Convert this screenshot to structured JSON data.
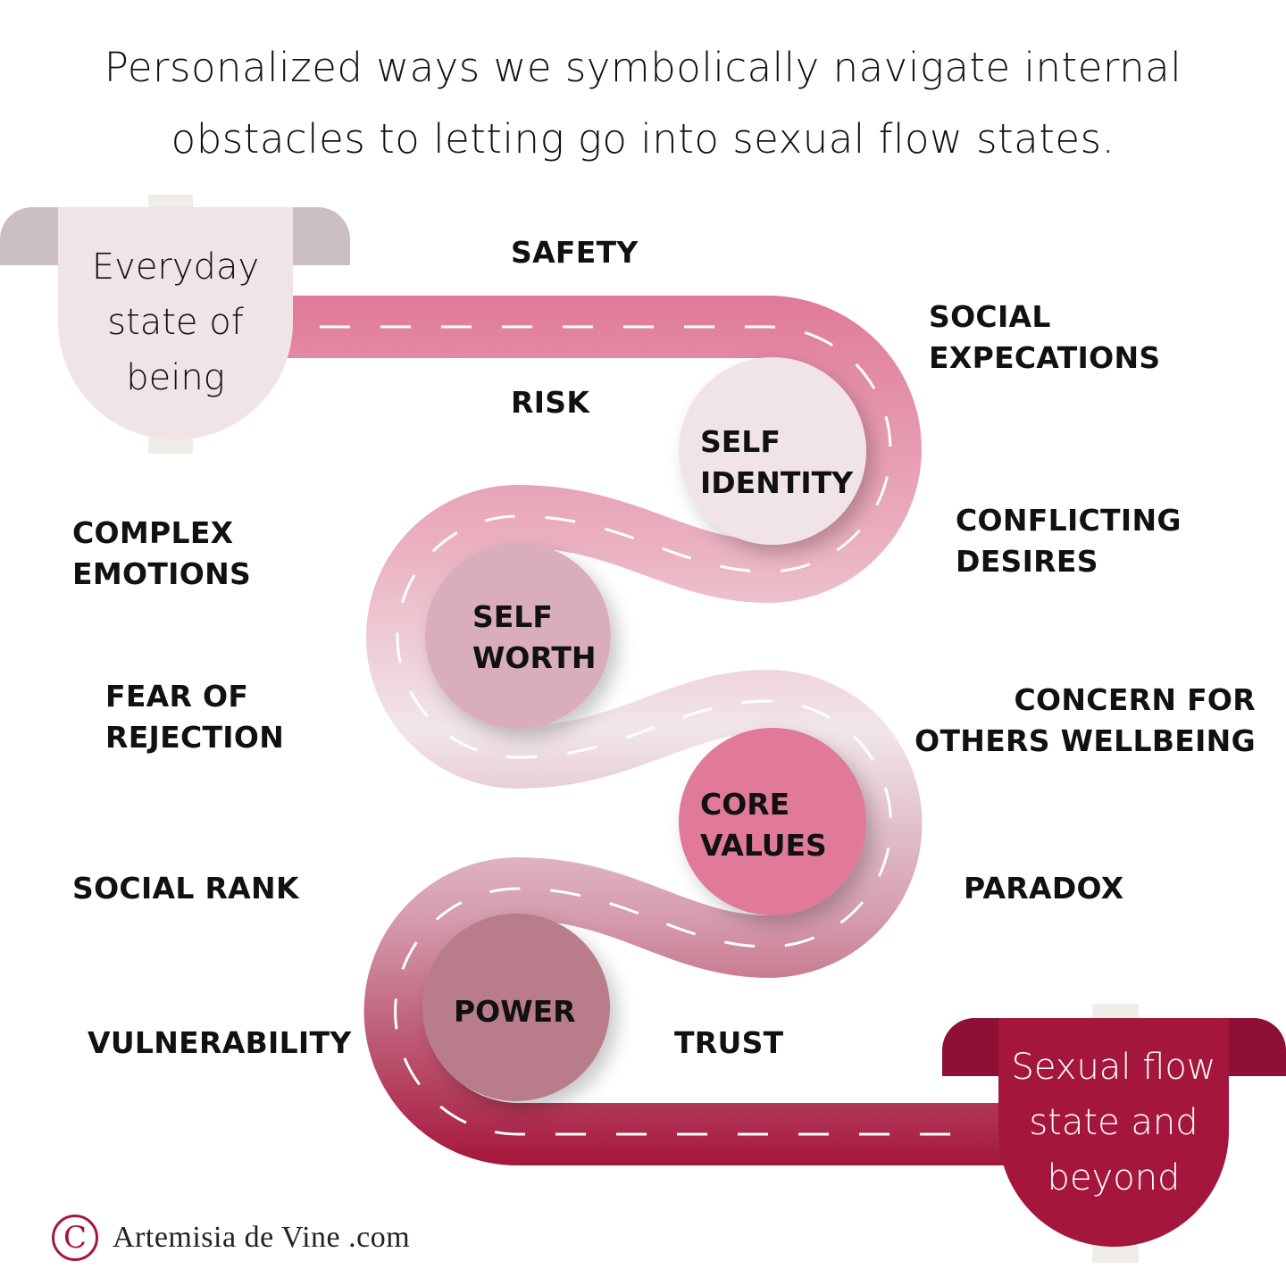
{
  "title": {
    "line1": "Personalized ways we symbolically navigate internal",
    "line2": "obstacles to letting go into sexual flow states."
  },
  "start_banner": {
    "line1": "Everyday",
    "line2": "state of",
    "line3": "being"
  },
  "end_banner": {
    "line1": "Sexual flow",
    "line2": "state and",
    "line3": "beyond"
  },
  "circles": [
    {
      "line1": "SELF",
      "line2": "IDENTITY"
    },
    {
      "line1": "SELF",
      "line2": "WORTH"
    },
    {
      "line1": "CORE",
      "line2": "VALUES"
    },
    {
      "line1": "POWER"
    }
  ],
  "labels": {
    "safety": "SAFETY",
    "risk": "RISK",
    "social_expectations": {
      "line1": "SOCIAL",
      "line2": "EXPECATIONS"
    },
    "conflicting_desires": {
      "line1": "CONFLICTING",
      "line2": "DESIRES"
    },
    "complex_emotions": {
      "line1": "COMPLEX",
      "line2": "EMOTIONS"
    },
    "fear_of_rejection": {
      "line1": "FEAR OF",
      "line2": "REJECTION"
    },
    "concern": {
      "line1": "CONCERN FOR",
      "line2": "OTHERS WELLBEING"
    },
    "social_rank": "SOCIAL RANK",
    "paradox": "PARADOX",
    "vulnerability": "VULNERABILITY",
    "trust": "TRUST"
  },
  "footer": {
    "copyright_symbol": "C",
    "site": "Artemisia de Vine .com"
  },
  "colors": {
    "road_top": "#e07a98",
    "road_mid": "#f1e6e8",
    "road_bottom": "#a5163c",
    "start_banner": "#f0e4e6",
    "start_tabs": "#cbbfc3",
    "end_banner": "#a5163c",
    "end_tabs": "#8e1034"
  }
}
